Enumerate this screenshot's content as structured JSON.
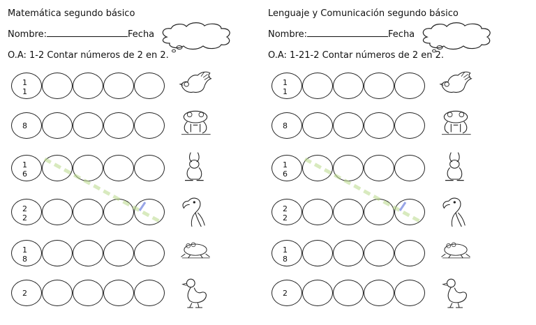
{
  "worksheets": [
    {
      "title": "Matemática   segundo básico",
      "name_label": "Nombre:",
      "date_label": "Fecha",
      "objective": "O.A: 1-2 Contar números de 2 en 2.",
      "rows": [
        {
          "start": [
            "1",
            "1"
          ],
          "animal": "rooster-icon"
        },
        {
          "start": [
            "8"
          ],
          "animal": "frog-icon"
        },
        {
          "start": [
            "1",
            "6"
          ],
          "animal": "rabbit-icon"
        },
        {
          "start": [
            "2",
            "2"
          ],
          "animal": "parrot-icon"
        },
        {
          "start": [
            "1",
            "8"
          ],
          "animal": "toad-icon"
        },
        {
          "start": [
            "2"
          ],
          "animal": "duck-icon"
        }
      ]
    },
    {
      "title": "Lenguaje y Comunicación segundo básico",
      "name_label": "Nombre:",
      "date_label": "Fecha",
      "objective": "O.A: 1-21-2 Contar números de 2 en 2.",
      "rows": [
        {
          "start": [
            "1",
            "1"
          ],
          "animal": "rooster-icon"
        },
        {
          "start": [
            "8"
          ],
          "animal": "frog-icon"
        },
        {
          "start": [
            "1",
            "6"
          ],
          "animal": "rabbit-icon"
        },
        {
          "start": [
            "2",
            "2"
          ],
          "animal": "parrot-icon"
        },
        {
          "start": [
            "1",
            "8"
          ],
          "animal": "toad-icon"
        },
        {
          "start": [
            "2"
          ],
          "animal": "duck-icon"
        }
      ]
    }
  ],
  "colors": {
    "ink": "#111111",
    "watermark": "#b9d98a",
    "accent_mark": "#7f8fe0"
  }
}
